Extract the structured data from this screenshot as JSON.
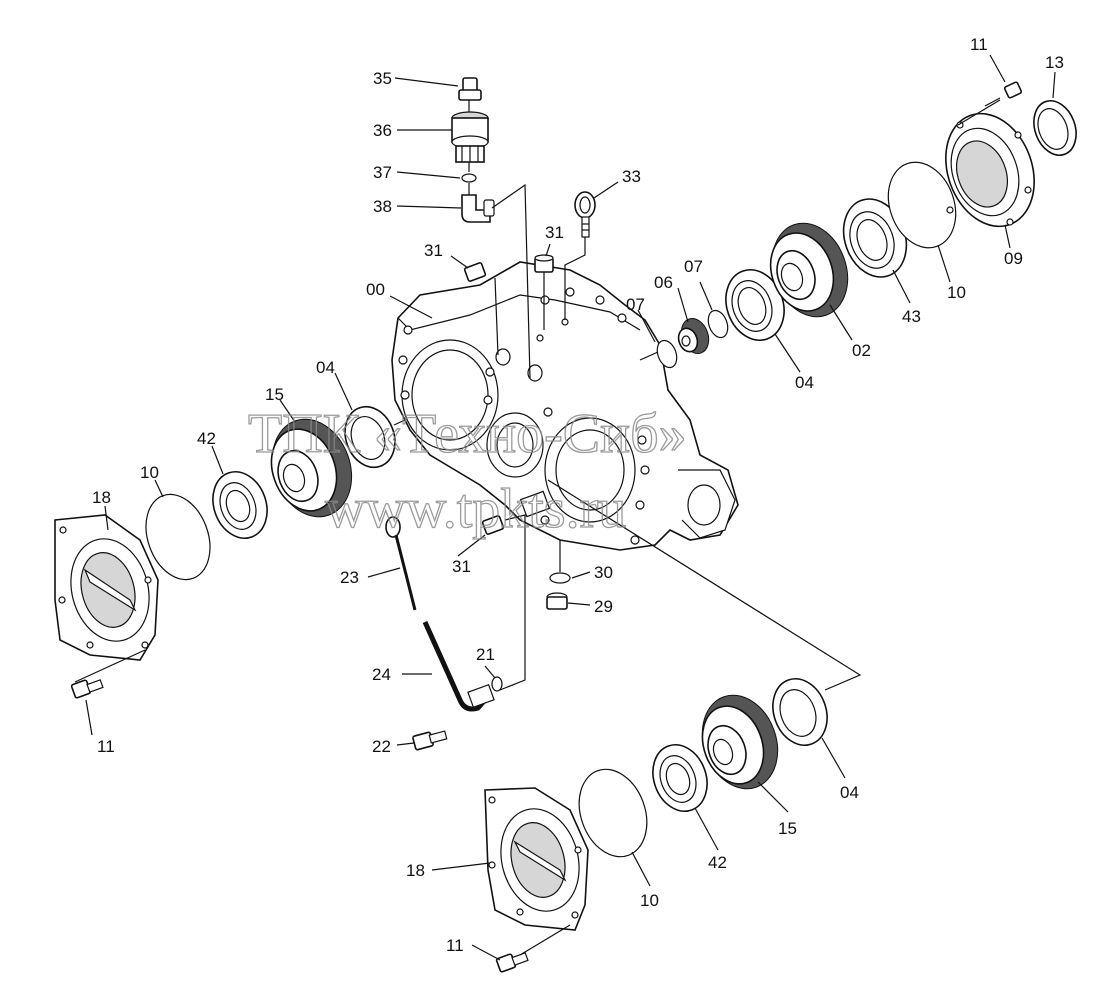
{
  "labels": {
    "l00": "00",
    "l02": "02",
    "l04a": "04",
    "l04b": "04",
    "l04c": "04",
    "l06": "06",
    "l07a": "07",
    "l07b": "07",
    "l09": "09",
    "l10a": "10",
    "l10b": "10",
    "l10c": "10",
    "l11a": "11",
    "l11b": "11",
    "l11c": "11",
    "l13": "13",
    "l15a": "15",
    "l15b": "15",
    "l18a": "18",
    "l18b": "18",
    "l21": "21",
    "l22": "22",
    "l23": "23",
    "l24": "24",
    "l29": "29",
    "l30": "30",
    "l31a": "31",
    "l31b": "31",
    "l31c": "31",
    "l33": "33",
    "l35": "35",
    "l36": "36",
    "l37": "37",
    "l38": "38",
    "l42a": "42",
    "l42b": "42",
    "l43": "43"
  },
  "watermark": {
    "line1": "ТПК «Техно-Сиб»",
    "line2": "www.tpkts.ru"
  }
}
